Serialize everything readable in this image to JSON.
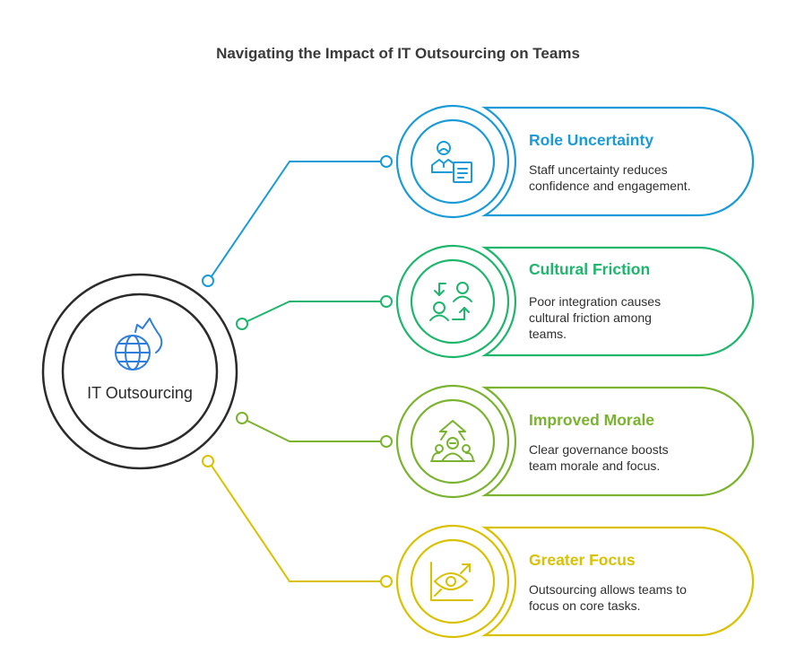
{
  "title": "Navigating the Impact of IT Outsourcing on Teams",
  "center": {
    "label": "IT Outsourcing",
    "icon": "globe-fire-icon",
    "color": "#2F7EDB"
  },
  "items": [
    {
      "title": "Role Uncertainty",
      "description": "Staff uncertainty reduces confidence and engagement.",
      "icon": "person-document-icon",
      "color": "#1A9BD7"
    },
    {
      "title": "Cultural Friction",
      "description": "Poor integration causes cultural friction among teams.",
      "icon": "people-exchange-icon",
      "color": "#1DB66C"
    },
    {
      "title": "Improved Morale",
      "description": "Clear governance boosts team morale and focus.",
      "icon": "team-growth-icon",
      "color": "#7AB32E"
    },
    {
      "title": "Greater Focus",
      "description": "Outsourcing allows teams to focus on core tasks.",
      "icon": "eye-chart-icon",
      "color": "#D9C100"
    }
  ]
}
